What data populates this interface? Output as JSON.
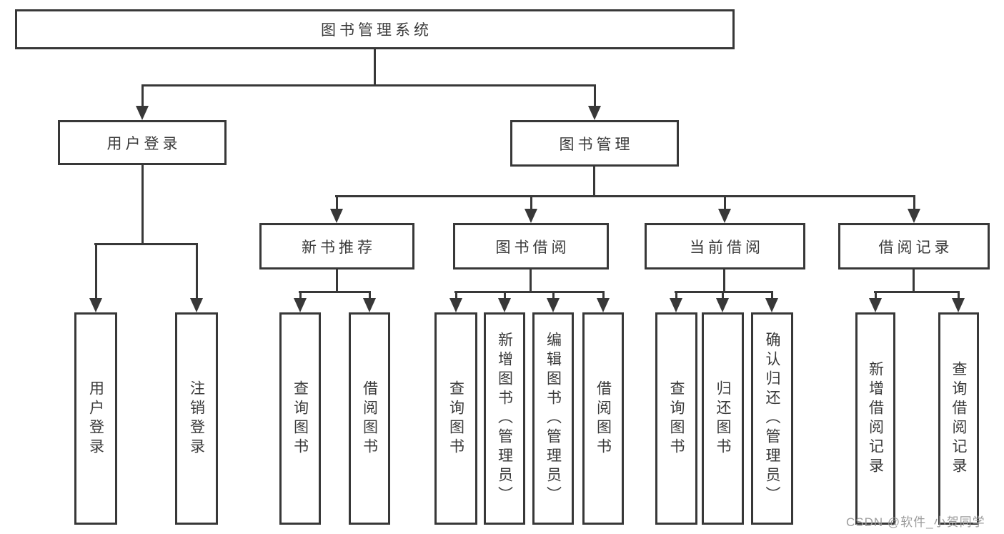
{
  "colors": {
    "line": "#383838",
    "text": "#3a3a3a",
    "watermark": "#9c9c9c",
    "background": "#ffffff"
  },
  "watermark": "CSDN @软件_小贺同学",
  "tree": {
    "label": "图书管理系统",
    "children": [
      {
        "label": "用户登录",
        "children": [
          {
            "label": "用户登录"
          },
          {
            "label": "注销登录"
          }
        ]
      },
      {
        "label": "图书管理",
        "children": [
          {
            "label": "新书推荐",
            "children": [
              {
                "label": "查询图书"
              },
              {
                "label": "借阅图书"
              }
            ]
          },
          {
            "label": "图书借阅",
            "children": [
              {
                "label": "查询图书"
              },
              {
                "label": "新增图书（管理员）"
              },
              {
                "label": "编辑图书（管理员）"
              },
              {
                "label": "借阅图书"
              }
            ]
          },
          {
            "label": "当前借阅",
            "children": [
              {
                "label": "查询图书"
              },
              {
                "label": "归还图书"
              },
              {
                "label": "确认归还（管理员）"
              }
            ]
          },
          {
            "label": "借阅记录",
            "children": [
              {
                "label": "新增借阅记录"
              },
              {
                "label": "查询借阅记录"
              }
            ]
          }
        ]
      }
    ]
  }
}
